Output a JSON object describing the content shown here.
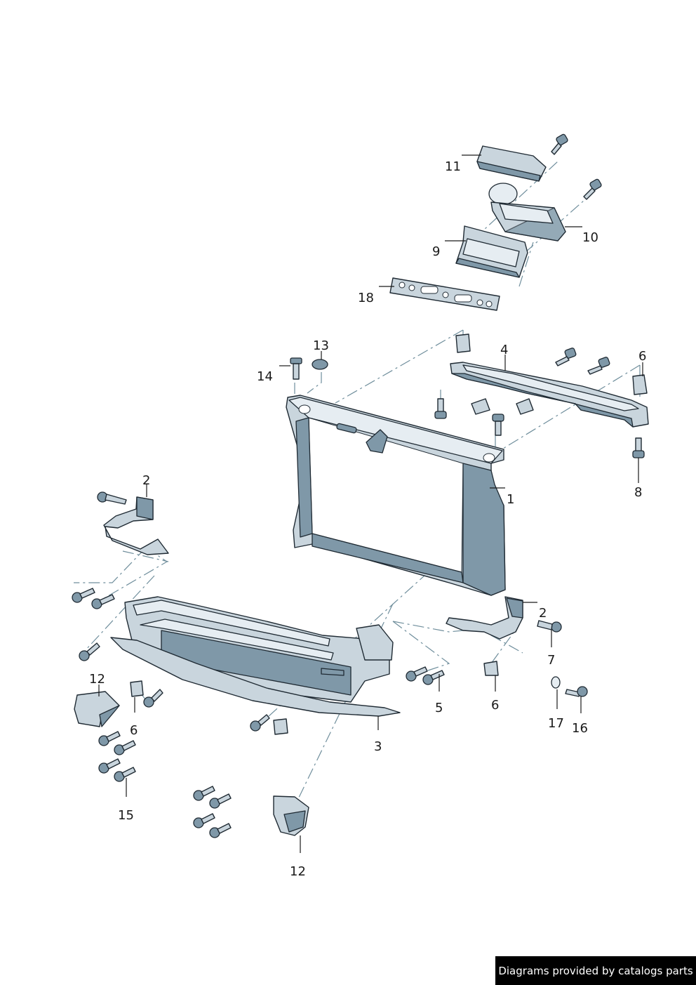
{
  "callouts": {
    "c1": "1",
    "c2a": "2",
    "c2b": "2",
    "c3": "3",
    "c4": "4",
    "c5": "5",
    "c6a": "6",
    "c6b": "6",
    "c6c": "6",
    "c7": "7",
    "c8": "8",
    "c9": "9",
    "c10": "10",
    "c11": "11",
    "c12a": "12",
    "c12b": "12",
    "c13": "13",
    "c14": "14",
    "c15": "15",
    "c16": "16",
    "c17": "17",
    "c18": "18"
  },
  "footer": {
    "credit": "Diagrams provided by catalogs parts"
  },
  "colors": {
    "part_fill": "#c9d5dd",
    "part_shadow": "#7f98a8",
    "outline": "#1f2a33",
    "dash_line": "#6f8e9c",
    "badge_bg": "#000000",
    "badge_text": "#ffffff"
  }
}
